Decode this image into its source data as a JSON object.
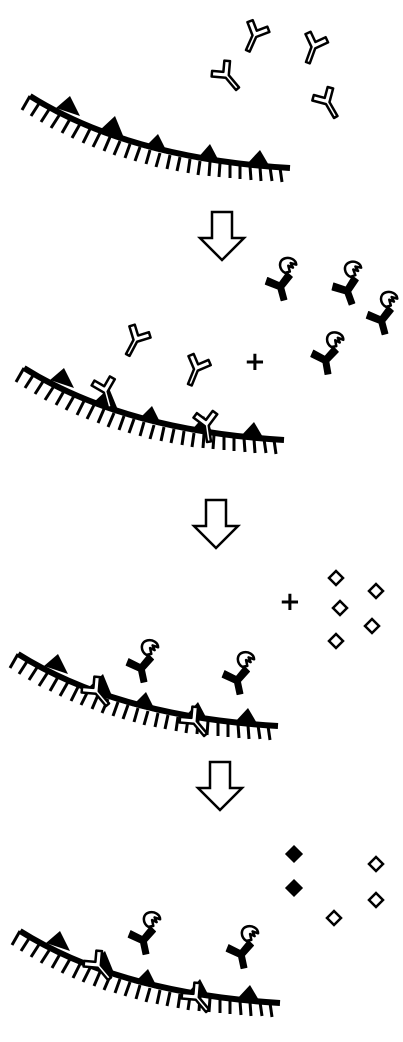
{
  "diagram": {
    "steps": [
      {
        "id": "step-1",
        "plus_label": "",
        "reagents": "primary-antibody-free"
      },
      {
        "id": "step-2",
        "plus_label": "+",
        "reagents": "enzyme-conjugated-secondary-antibody"
      },
      {
        "id": "step-3",
        "plus_label": "+",
        "reagents": "substrate"
      },
      {
        "id": "step-4",
        "plus_label": "",
        "reagents": "colored-product"
      }
    ],
    "colors": {
      "ink": "#000000",
      "background": "#ffffff",
      "primary_antibody": "#ffffff",
      "secondary_antibody": "#000000",
      "substrate": "#ffffff",
      "product": "#000000"
    }
  }
}
